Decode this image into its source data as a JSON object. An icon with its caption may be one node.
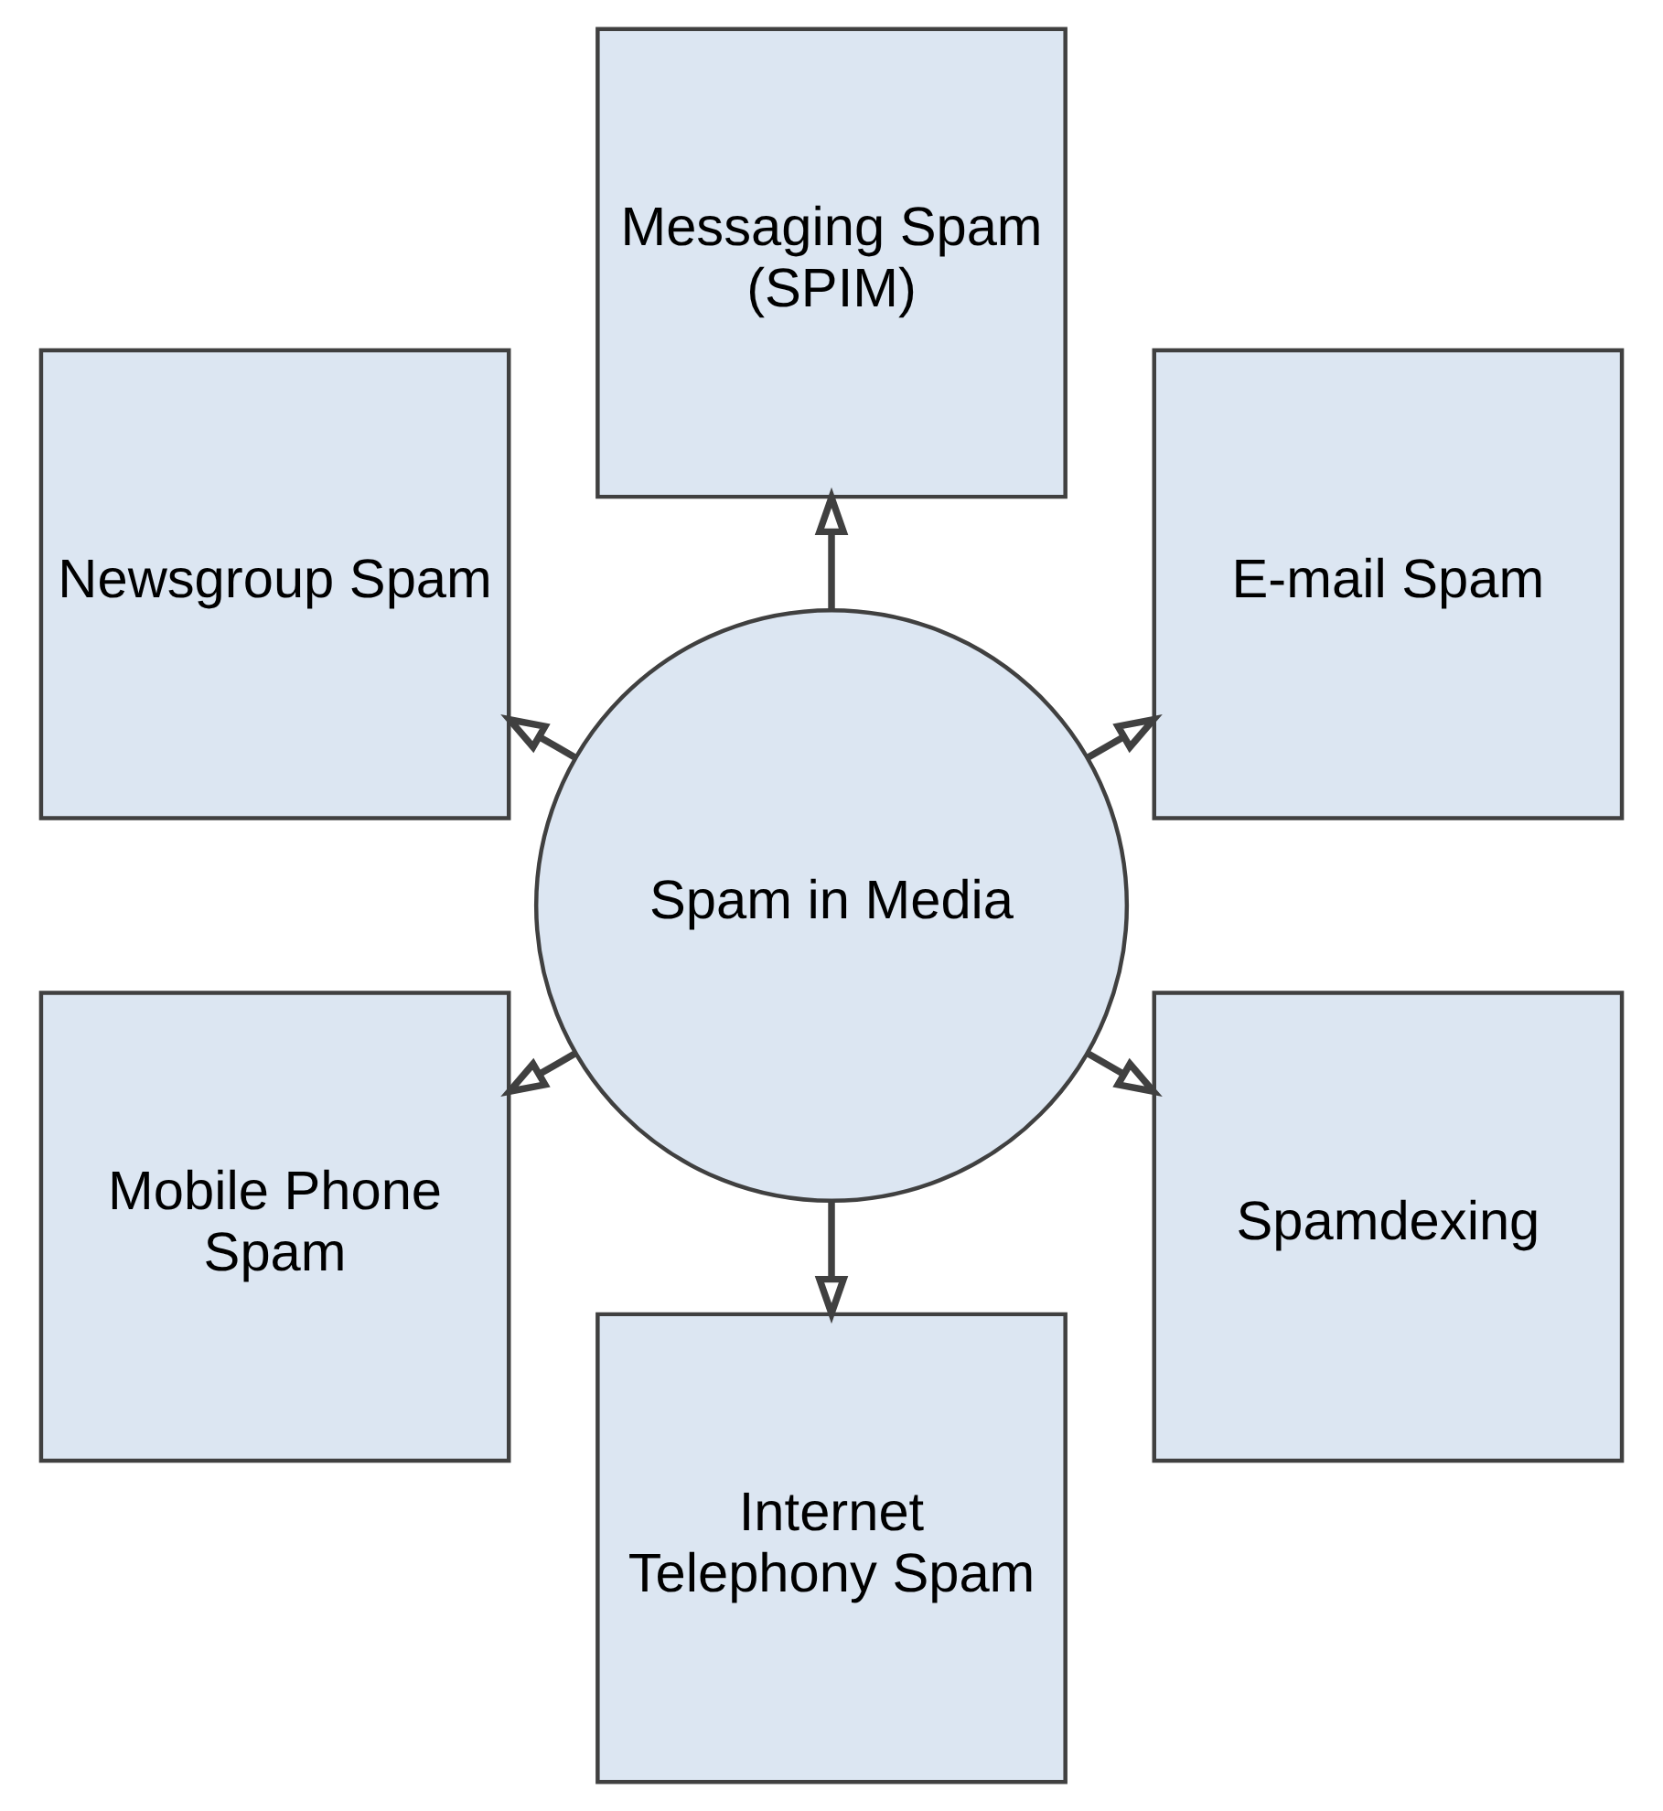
{
  "diagram": {
    "nodes": [
      {
        "text": [
          "E-mail Spam"
        ]
      },
      {
        "text": [
          "Spamdexing"
        ]
      },
      {
        "text": [
          "Messaging Spam (SPIM)"
        ]
      },
      {
        "text": [
          "Spam in Media"
        ]
      },
      {
        "text": [
          "Internet Telephony Spam"
        ]
      },
      {
        "text": [
          "Newsgroup Spam"
        ]
      },
      {
        "text": [
          "Mobile Phone Spam"
        ]
      }
    ],
    "edges": [
      {
        "from": 3,
        "to": 0,
        "arrow": "to"
      },
      {
        "from": 3,
        "to": 1,
        "arrow": "to"
      },
      {
        "from": 3,
        "to": 2,
        "arrow": "to"
      },
      {
        "from": 3,
        "to": 4,
        "arrow": "to"
      },
      {
        "from": 3,
        "to": 5,
        "arrow": "to"
      },
      {
        "from": 3,
        "to": 6,
        "arrow": "to"
      }
    ]
  }
}
